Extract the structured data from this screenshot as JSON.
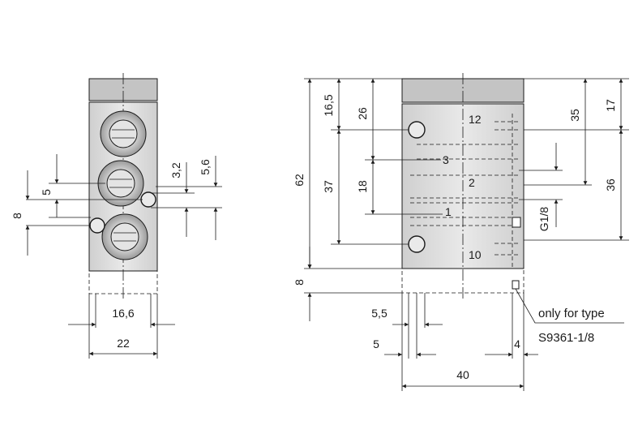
{
  "side_view": {
    "dim_width_outer": "22",
    "dim_width_inner": "16,6",
    "dim_8": "8",
    "dim_5": "5",
    "dim_3_2": "3,2",
    "dim_5_6": "5,6"
  },
  "front_view": {
    "dim_62": "62",
    "dim_16_5": "16,5",
    "dim_26": "26",
    "dim_37": "37",
    "dim_18": "18",
    "dim_8": "8",
    "dim_35": "35",
    "dim_17": "17",
    "dim_36": "36",
    "dim_5_5": "5,5",
    "dim_5": "5",
    "dim_4": "4",
    "dim_40": "40",
    "port_12": "12",
    "port_3": "3",
    "port_2": "2",
    "port_1": "1",
    "port_10": "10",
    "thread": "G1/8",
    "note_line1": "only for type",
    "note_line2": "S9361-1/8"
  },
  "colors": {
    "body_fill": "#dcdcdc",
    "cap_fill": "#c4c4c4",
    "ink": "#1a1a1a"
  }
}
